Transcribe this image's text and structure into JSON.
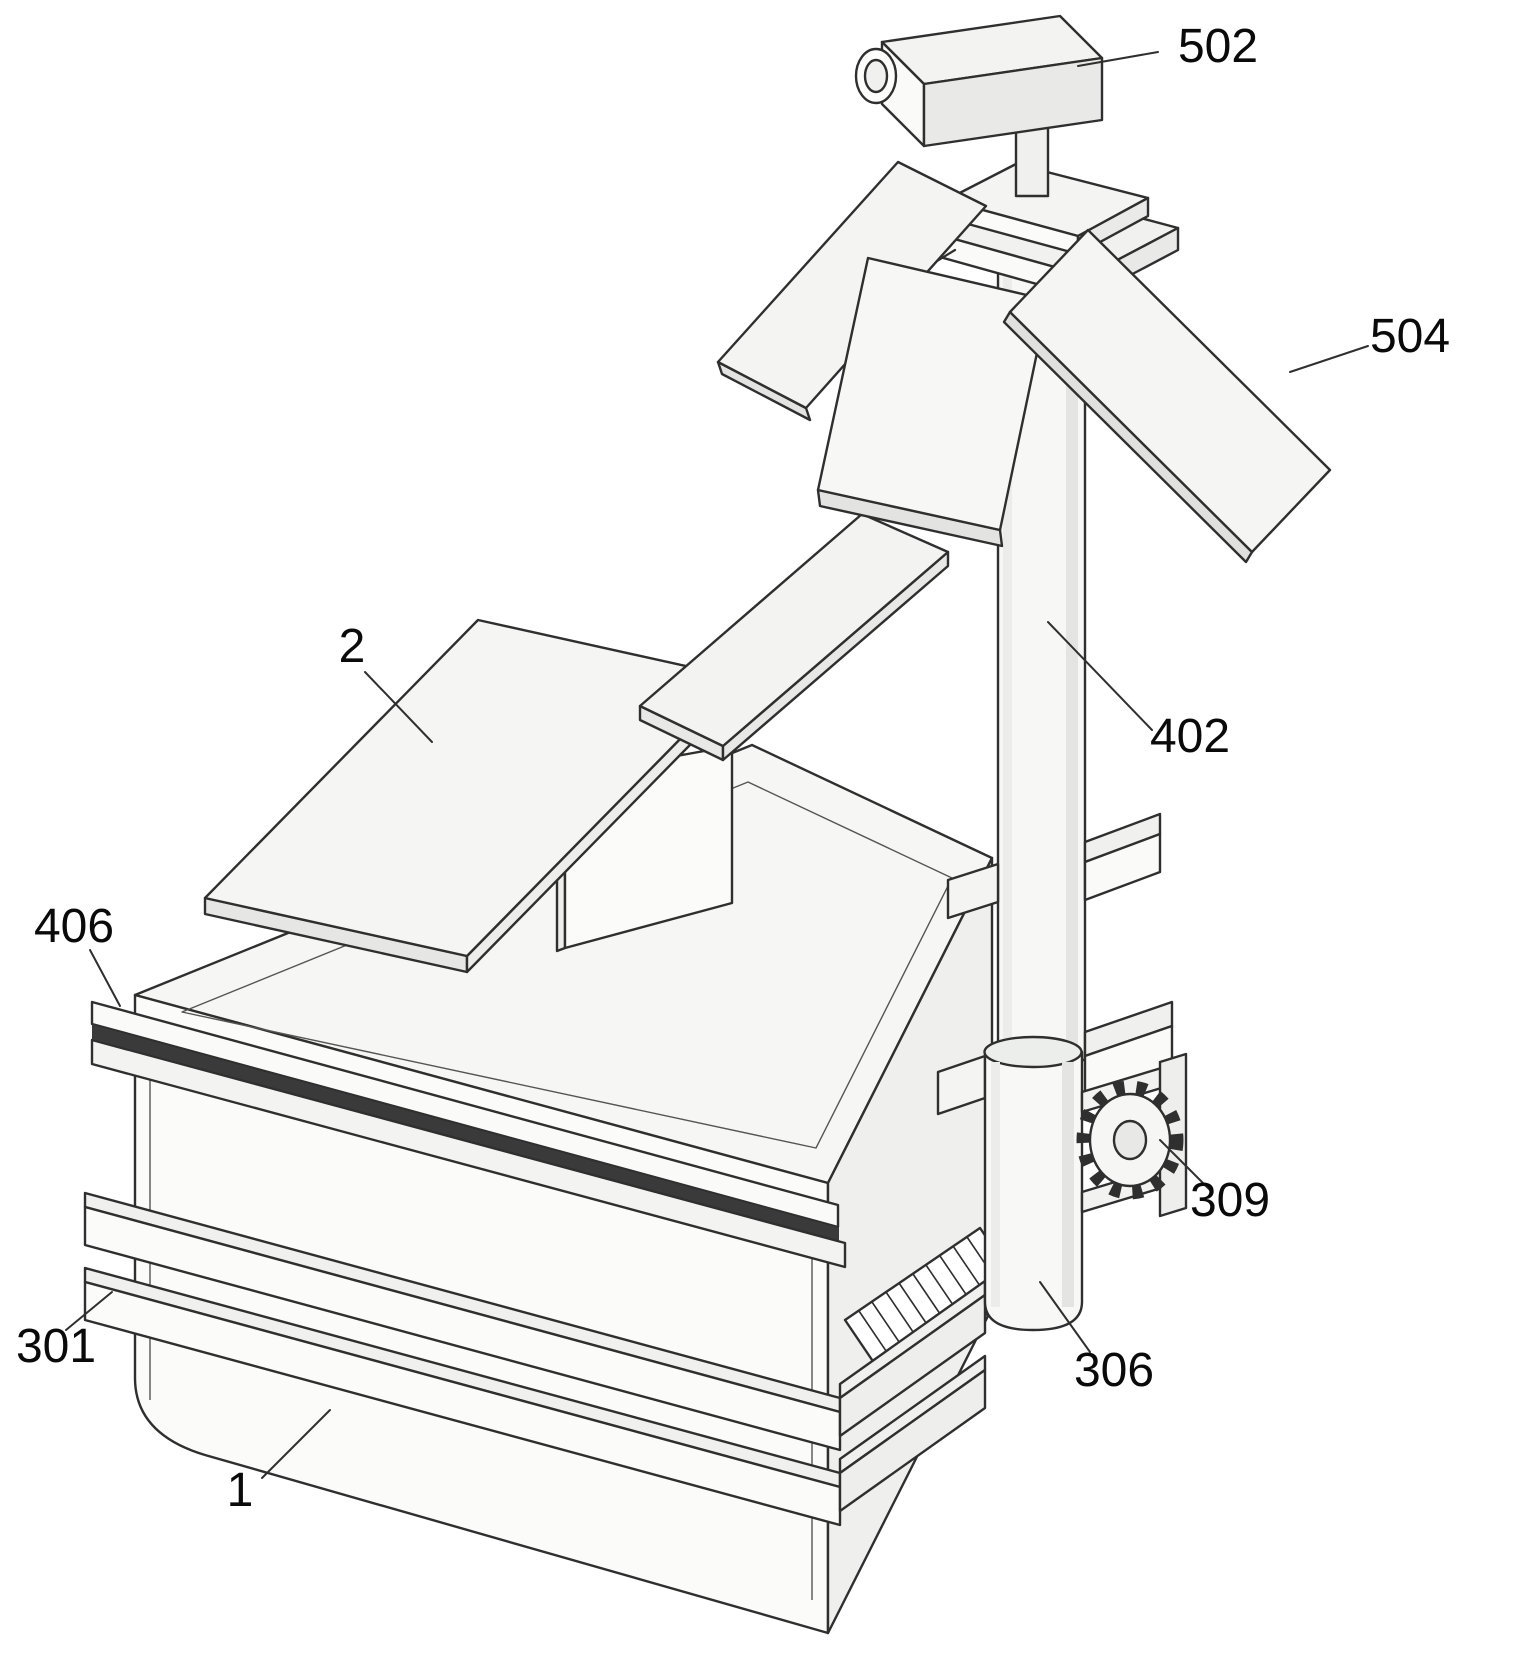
{
  "figure": {
    "type": "patent-line-drawing",
    "background": "#ffffff",
    "line_color": "#2f2f2f",
    "label_color": "#0a0a0a",
    "reference_labels": [
      {
        "text": "502"
      },
      {
        "text": "504"
      },
      {
        "text": "2"
      },
      {
        "text": "402"
      },
      {
        "text": "406"
      },
      {
        "text": "309"
      },
      {
        "text": "301"
      },
      {
        "text": "306"
      },
      {
        "text": "1"
      }
    ]
  }
}
